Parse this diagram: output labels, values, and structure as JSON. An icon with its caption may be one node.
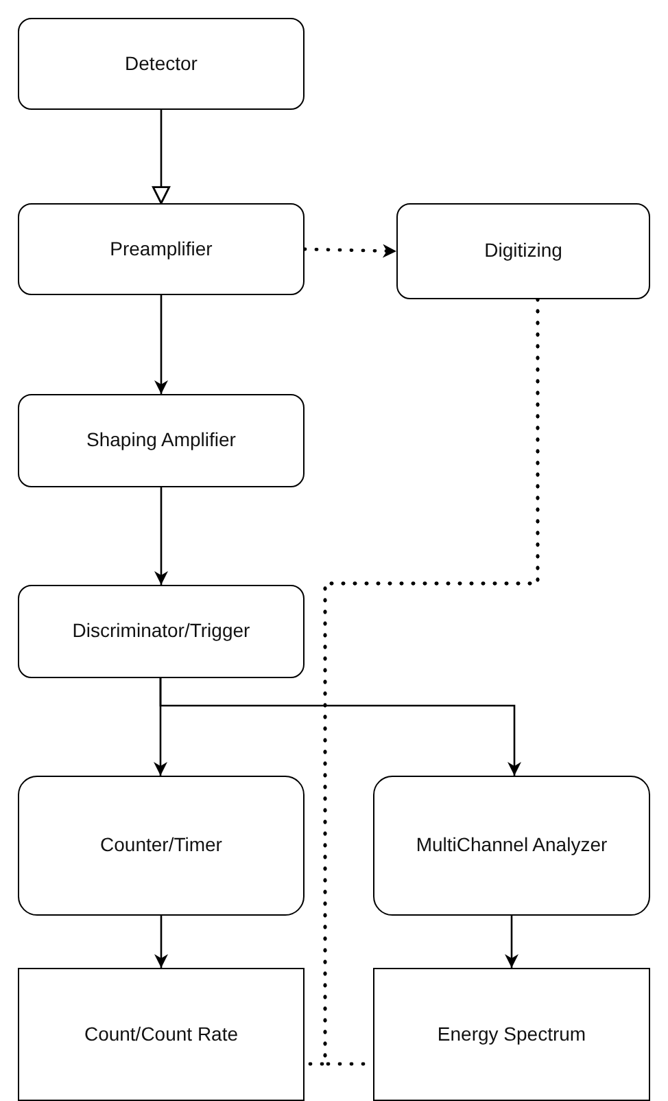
{
  "diagram": {
    "nodes": [
      {
        "text": [
          "Detector"
        ]
      },
      {
        "text": [
          "Preamplifier"
        ]
      },
      {
        "text": [
          "Digitizing"
        ]
      },
      {
        "text": [
          "Shaping Amplifier"
        ]
      },
      {
        "text": [
          "Discriminator/Trigger"
        ]
      },
      {
        "text": [
          "Counter/Timer"
        ]
      },
      {
        "text": [
          "MultiChannel Analyzer"
        ]
      },
      {
        "text": [
          "Count/Count Rate"
        ]
      },
      {
        "text": [
          "Energy Spectrum"
        ]
      }
    ],
    "edges": [
      {
        "from": 0,
        "to": 1,
        "arrow": "to"
      },
      {
        "from": 1,
        "to": 2,
        "arrow": "to",
        "style": "dashed"
      },
      {
        "from": 1,
        "to": 3,
        "arrow": "to"
      },
      {
        "from": 3,
        "to": 4,
        "arrow": "to"
      },
      {
        "from": 4,
        "to": 5,
        "arrow": "to"
      },
      {
        "from": 4,
        "to": 6,
        "arrow": "to"
      },
      {
        "from": 5,
        "to": 7,
        "arrow": "to"
      },
      {
        "from": 6,
        "to": 8,
        "arrow": "to"
      },
      {
        "from": 2,
        "to": 7,
        "arrow": "none",
        "style": "dashed"
      },
      {
        "from": 2,
        "to": 8,
        "arrow": "none",
        "style": "dashed"
      }
    ]
  }
}
